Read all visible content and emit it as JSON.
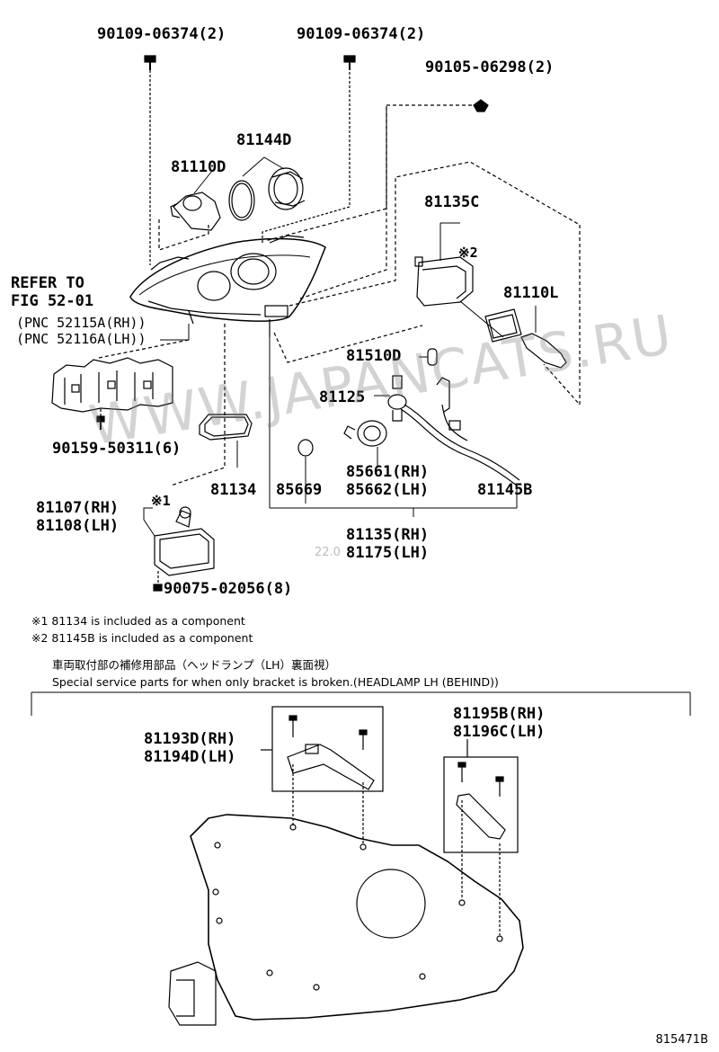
{
  "labels": {
    "p_90109_a": "90109-06374(2)",
    "p_90109_b": "90109-06374(2)",
    "p_90105": "90105-06298(2)",
    "p_81144d": "81144D",
    "p_81110d": "81110D",
    "p_81135c": "81135C",
    "p_mark2": "※2",
    "p_81110l": "81110L",
    "p_81510d": "81510D",
    "p_81125": "81125",
    "p_85661": "85661(RH)",
    "p_85662": "85662(LH)",
    "p_81145b": "81145B",
    "p_81134": "81134",
    "p_85669": "85669",
    "p_81135rh": "81135(RH)",
    "p_81175lh": "81175(LH)",
    "p_81107": "81107(RH)",
    "p_81108": "81108(LH)",
    "p_mark1": "※1",
    "p_90159": "90159-50311(6)",
    "p_90075": "90075-02056(8)",
    "p_81193d": "81193D(RH)",
    "p_81194d": "81194D(LH)",
    "p_81195b": "81195B(RH)",
    "p_81196c": "81196C(LH)"
  },
  "refer": {
    "line1": "REFER TO",
    "line2": "FIG 52-01",
    "line3": "(PNC 52115A(RH))",
    "line4": "(PNC 52116A(LH))"
  },
  "notes": {
    "note1": "※1  81134 is included as a component",
    "note2": "※2  81145B is included as a component",
    "jp_title": "車両取付部の補修用部品（ヘッドランプ（LH）裏面視）",
    "en_title": "Special service parts for when only bracket is broken.(HEADLAMP LH (BEHIND))"
  },
  "watermark": "WWW.JAPANCATS.RU",
  "date_stamp": "22.0",
  "figure_id": "815471B"
}
